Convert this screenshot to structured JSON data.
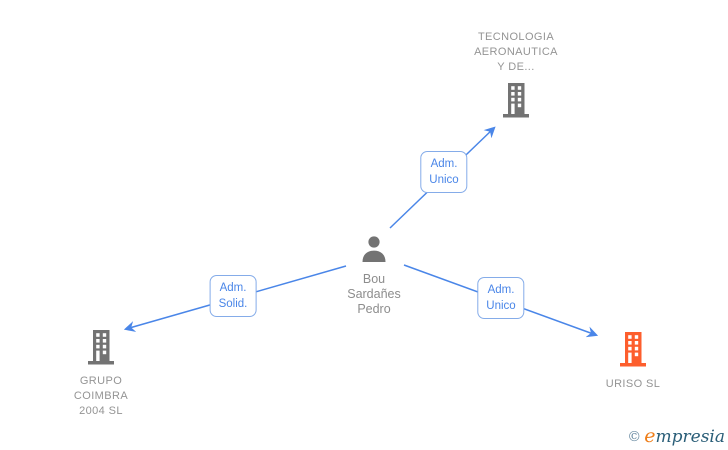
{
  "person": {
    "name_lines": [
      "Bou",
      "Sardañes",
      "Pedro"
    ]
  },
  "companies": {
    "tecnologia": {
      "name_lines": [
        "TECNOLOGIA",
        "AERONAUTICA",
        "Y DE..."
      ]
    },
    "grupo_coimbra": {
      "name_lines": [
        "GRUPO",
        "COIMBRA",
        "2004 SL"
      ]
    },
    "uriso": {
      "name_lines": [
        "URISO SL"
      ]
    }
  },
  "edges": {
    "person_to_tecnologia": {
      "label_lines": [
        "Adm.",
        "Unico"
      ]
    },
    "person_to_grupo_coimbra": {
      "label_lines": [
        "Adm.",
        "Solid."
      ]
    },
    "person_to_uriso": {
      "label_lines": [
        "Adm.",
        "Unico"
      ]
    }
  },
  "colors": {
    "edge_blue": "#4a86e8",
    "label_border_blue": "#85ace9",
    "company_icon_gray": "#737373",
    "uriso_icon_orange": "#fd5e2d",
    "name_text_gray": "#949494"
  },
  "watermark": {
    "copyright_symbol": "©",
    "brand_initial": "e",
    "brand_rest": "mpresia"
  }
}
